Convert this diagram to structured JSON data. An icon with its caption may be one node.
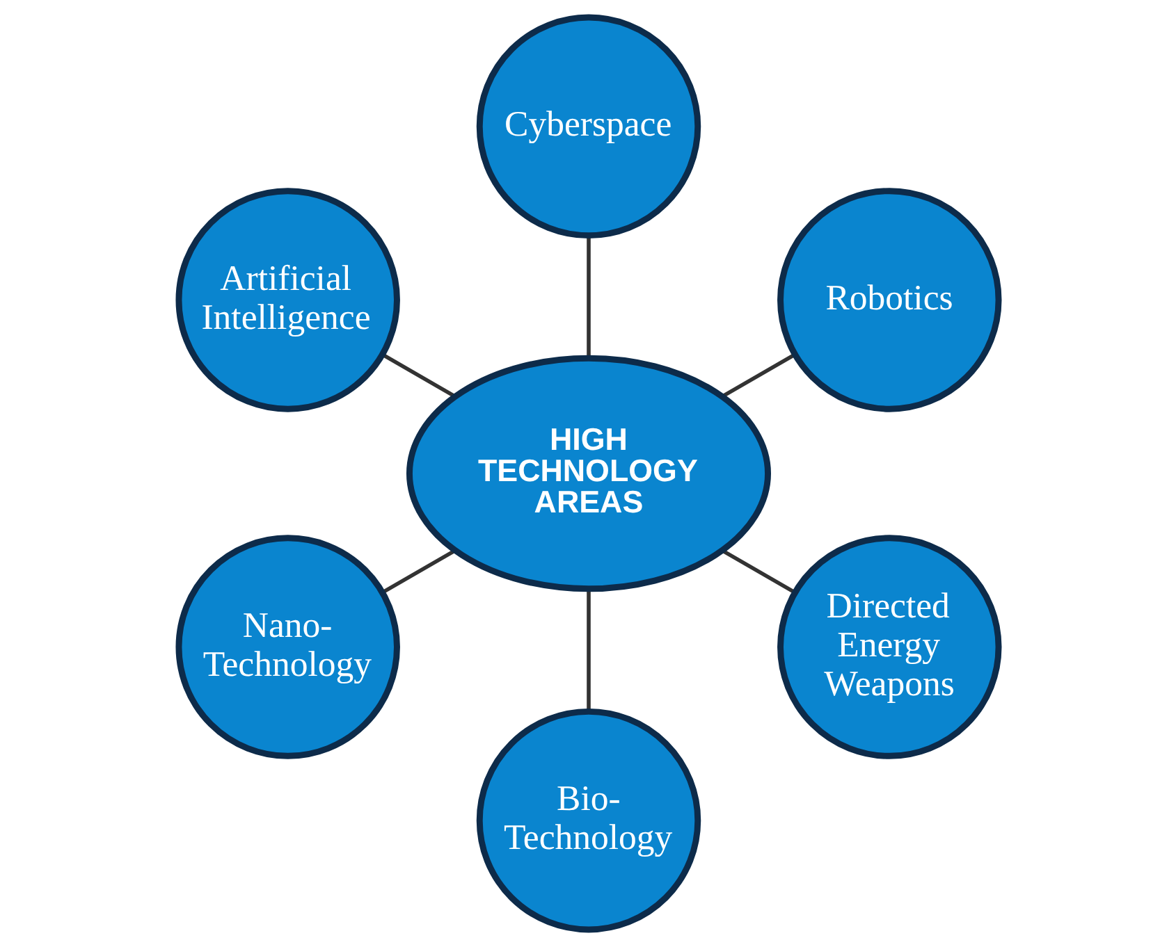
{
  "diagram": {
    "nodes": [
      {
        "text": [
          "Cyberspace"
        ]
      },
      {
        "text": [
          "Artificial Intelligence"
        ]
      },
      {
        "text": [
          "Robotics"
        ]
      },
      {
        "text": [
          "HIGH TECHNOLOGY AREAS"
        ]
      },
      {
        "text": [
          "Nano-Technology"
        ]
      },
      {
        "text": [
          "Directed Energy Weapons"
        ]
      },
      {
        "text": [
          "Bio-Technology"
        ]
      }
    ],
    "edges": [
      {
        "from": 3,
        "to": 0,
        "arrow": "none"
      },
      {
        "from": 3,
        "to": 2,
        "arrow": "none"
      },
      {
        "from": 3,
        "to": 5,
        "arrow": "none"
      },
      {
        "from": 3,
        "to": 6,
        "arrow": "none"
      },
      {
        "from": 3,
        "to": 4,
        "arrow": "none"
      },
      {
        "from": 3,
        "to": 1,
        "arrow": "none"
      }
    ]
  }
}
